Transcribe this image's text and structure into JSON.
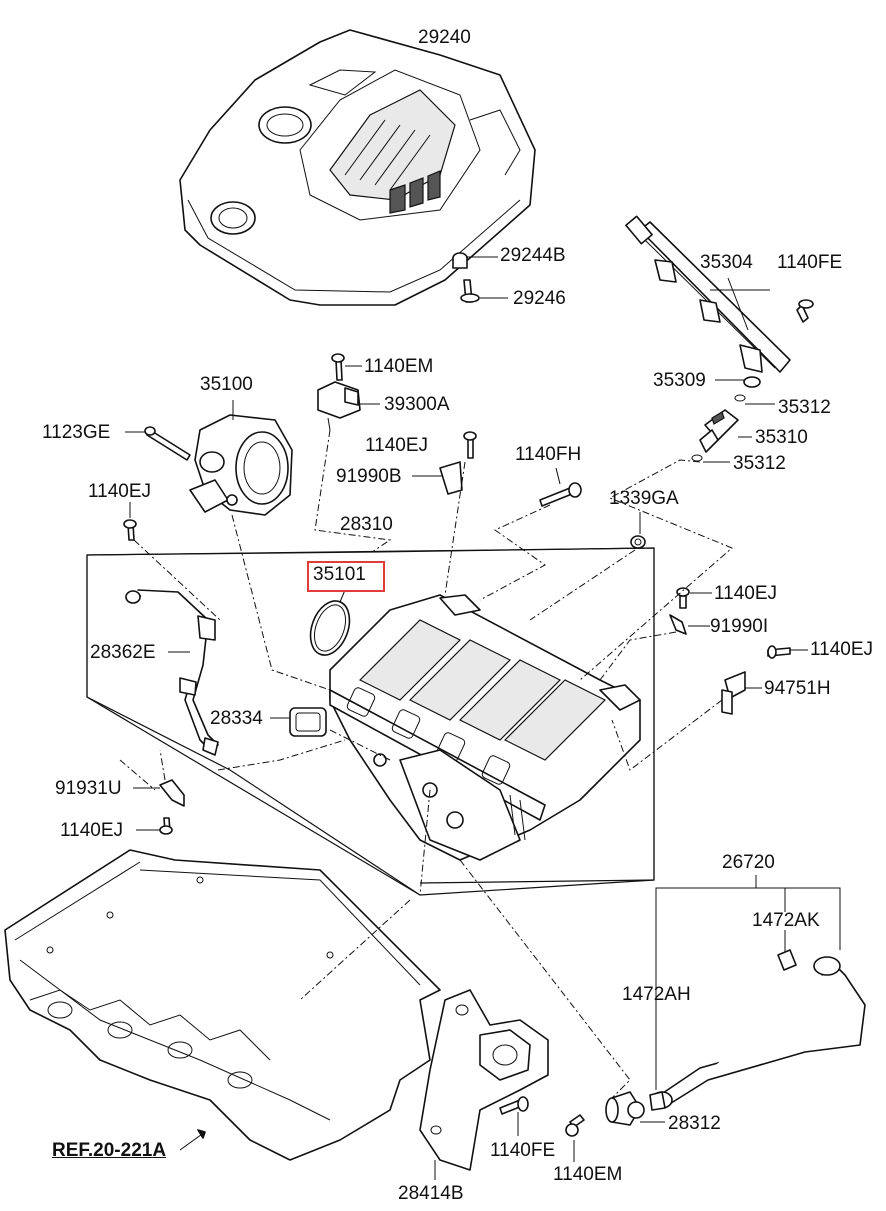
{
  "highlight_color": "#e03c3c",
  "labels": {
    "p29240": "29240",
    "p29244B": "29244B",
    "p29246": "29246",
    "p35304": "35304",
    "p1140FE_top": "1140FE",
    "p35309": "35309",
    "p35312_a": "35312",
    "p35310": "35310",
    "p35312_b": "35312",
    "p35100": "35100",
    "p1140EM_top": "1140EM",
    "p39300A": "39300A",
    "p1123GE": "1123GE",
    "p1140EJ_mid": "1140EJ",
    "p91990B": "91990B",
    "p1140FH": "1140FH",
    "p1140EJ_left": "1140EJ",
    "p1339GA": "1339GA",
    "p28310": "28310",
    "p35101": "35101",
    "p1140EJ_r1": "1140EJ",
    "p91990I": "91990I",
    "p28362E": "28362E",
    "p1140EJ_r2": "1140EJ",
    "p94751H": "94751H",
    "p28334": "28334",
    "p91931U": "91931U",
    "p1140EJ_bl": "1140EJ",
    "p26720": "26720",
    "p1472AK": "1472AK",
    "p1472AH": "1472AH",
    "p28312": "28312",
    "p1140FE_bot": "1140FE",
    "p1140EM_bot": "1140EM",
    "p28414B": "28414B",
    "ref": "REF.20-221A"
  }
}
